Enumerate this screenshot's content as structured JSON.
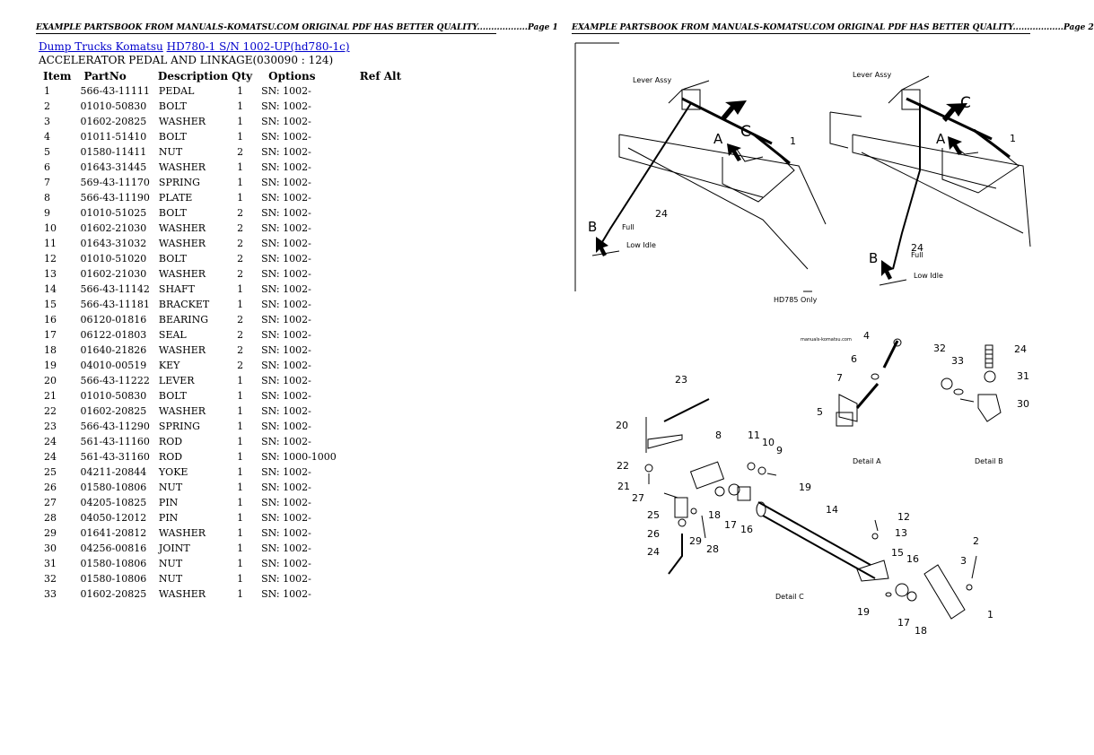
{
  "header": {
    "page1": "EXAMPLE PARTSBOOK FROM MANUALS-KOMATSU.COM ORIGINAL PDF HAS BETTER QUALITY..................Page 1",
    "page2": "EXAMPLE PARTSBOOK FROM MANUALS-KOMATSU.COM ORIGINAL PDF HAS BETTER QUALITY..................Page 2"
  },
  "breadcrumb": {
    "link1": "Dump Trucks Komatsu",
    "link2": "HD780-1 S/N 1002-UP(hd780-1c)"
  },
  "subtitle": "ACCELERATOR PEDAL AND LINKAGE(030090 : 124)",
  "table": {
    "headers": [
      "Item",
      "PartNo",
      "Description",
      "Qty",
      "Options",
      "Ref Alt"
    ],
    "rows": [
      [
        "1",
        "566-43-11111",
        "PEDAL",
        "1",
        "SN: 1002-"
      ],
      [
        "2",
        "01010-50830",
        "BOLT",
        "1",
        "SN: 1002-"
      ],
      [
        "3",
        "01602-20825",
        "WASHER",
        "1",
        "SN: 1002-"
      ],
      [
        "4",
        "01011-51410",
        "BOLT",
        "1",
        "SN: 1002-"
      ],
      [
        "5",
        "01580-11411",
        "NUT",
        "2",
        "SN: 1002-"
      ],
      [
        "6",
        "01643-31445",
        "WASHER",
        "1",
        "SN: 1002-"
      ],
      [
        "7",
        "569-43-11170",
        "SPRING",
        "1",
        "SN: 1002-"
      ],
      [
        "8",
        "566-43-11190",
        "PLATE",
        "1",
        "SN: 1002-"
      ],
      [
        "9",
        "01010-51025",
        "BOLT",
        "2",
        "SN: 1002-"
      ],
      [
        "10",
        "01602-21030",
        "WASHER",
        "2",
        "SN: 1002-"
      ],
      [
        "11",
        "01643-31032",
        "WASHER",
        "2",
        "SN: 1002-"
      ],
      [
        "12",
        "01010-51020",
        "BOLT",
        "2",
        "SN: 1002-"
      ],
      [
        "13",
        "01602-21030",
        "WASHER",
        "2",
        "SN: 1002-"
      ],
      [
        "14",
        "566-43-11142",
        "SHAFT",
        "1",
        "SN: 1002-"
      ],
      [
        "15",
        "566-43-11181",
        "BRACKET",
        "1",
        "SN: 1002-"
      ],
      [
        "16",
        "06120-01816",
        "BEARING",
        "2",
        "SN: 1002-"
      ],
      [
        "17",
        "06122-01803",
        "SEAL",
        "2",
        "SN: 1002-"
      ],
      [
        "18",
        "01640-21826",
        "WASHER",
        "2",
        "SN: 1002-"
      ],
      [
        "19",
        "04010-00519",
        "KEY",
        "2",
        "SN: 1002-"
      ],
      [
        "20",
        "566-43-11222",
        "LEVER",
        "1",
        "SN: 1002-"
      ],
      [
        "21",
        "01010-50830",
        "BOLT",
        "1",
        "SN: 1002-"
      ],
      [
        "22",
        "01602-20825",
        "WASHER",
        "1",
        "SN: 1002-"
      ],
      [
        "23",
        "566-43-11290",
        "SPRING",
        "1",
        "SN: 1002-"
      ],
      [
        "24",
        "561-43-11160",
        "ROD",
        "1",
        "SN: 1002-"
      ],
      [
        "24",
        "561-43-31160",
        "ROD",
        "1",
        "SN: 1000-1000"
      ],
      [
        "25",
        "04211-20844",
        "YOKE",
        "1",
        "SN: 1002-"
      ],
      [
        "26",
        "01580-10806",
        "NUT",
        "1",
        "SN: 1002-"
      ],
      [
        "27",
        "04205-10825",
        "PIN",
        "1",
        "SN: 1002-"
      ],
      [
        "28",
        "04050-12012",
        "PIN",
        "1",
        "SN: 1002-"
      ],
      [
        "29",
        "01641-20812",
        "WASHER",
        "1",
        "SN: 1002-"
      ],
      [
        "30",
        "04256-00816",
        "JOINT",
        "1",
        "SN: 1002-"
      ],
      [
        "31",
        "01580-10806",
        "NUT",
        "1",
        "SN: 1002-"
      ],
      [
        "32",
        "01580-10806",
        "NUT",
        "1",
        "SN: 1002-"
      ],
      [
        "33",
        "01602-20825",
        "WASHER",
        "1",
        "SN: 1002-"
      ]
    ]
  },
  "diagram": {
    "top_left": {
      "lever_assy": "Lever Assy",
      "full": "Full",
      "low_idle": "Low Idle",
      "model_note": "HD785 Only",
      "letters": [
        "A",
        "B",
        "C"
      ],
      "callouts": [
        "1",
        "24"
      ]
    },
    "top_right": {
      "lever_assy": "Lever Assy",
      "full": "Full",
      "low_idle": "Low Idle",
      "letters": [
        "A",
        "B",
        "C"
      ],
      "callouts": [
        "1",
        "24"
      ]
    },
    "watermark": "manuals-komatsu.com",
    "detail_a": "Detail A",
    "detail_b": "Detail B",
    "detail_c": "Detail C",
    "callouts_a": [
      "4",
      "6",
      "7",
      "5"
    ],
    "callouts_b": [
      "32",
      "33",
      "24",
      "31",
      "30"
    ],
    "callouts_c": [
      "23",
      "20",
      "8",
      "11",
      "10",
      "9",
      "22",
      "21",
      "19",
      "27",
      "25",
      "18",
      "17",
      "16",
      "14",
      "26",
      "29",
      "28",
      "24",
      "12",
      "13",
      "15",
      "16",
      "2",
      "3",
      "17",
      "19",
      "18",
      "1"
    ]
  }
}
